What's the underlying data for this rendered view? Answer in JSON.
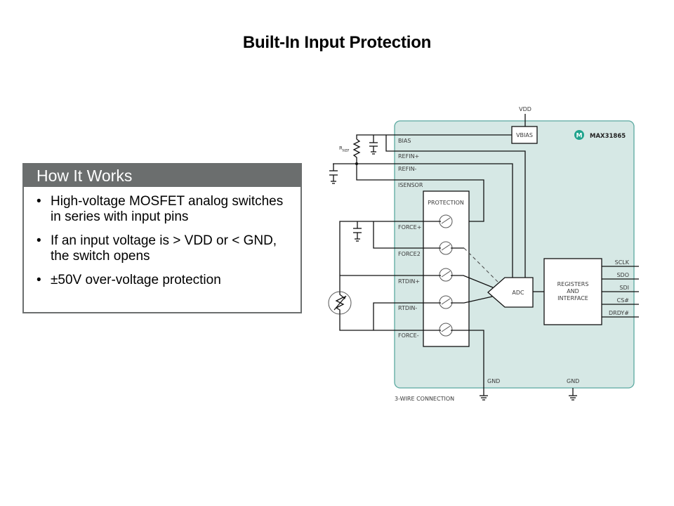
{
  "slide": {
    "title": "Built-In Input Protection"
  },
  "how_it_works": {
    "header": "How It Works",
    "bullets": [
      "High-voltage MOSFET analog switches in series with input pins",
      "If an input voltage is > VDD or < GND, the switch opens",
      "±50V over-voltage protection"
    ],
    "bullet_glyph": "•"
  },
  "diagram": {
    "chip_name": "MAX31865",
    "logo_glyph": "M",
    "supply_label": "VDD",
    "bias_block": "VBIAS",
    "reference_resistor": {
      "main": "R",
      "sub": "REF"
    },
    "pins": [
      "BIAS",
      "REFIN+",
      "REFIN-",
      "ISENSOR",
      "FORCE+",
      "FORCE2",
      "RTDIN+",
      "RTDIN-",
      "FORCE-"
    ],
    "protection_block": "PROTECTION",
    "adc_block": "ADC",
    "registers_block": [
      "REGISTERS",
      "AND",
      "INTERFACE"
    ],
    "interface_pins": [
      "SCLK",
      "SDO",
      "SDI",
      "CS#",
      "DRDY#"
    ],
    "ground_labels": [
      "GND",
      "GND"
    ],
    "caption": "3-WIRE CONNECTION",
    "colors": {
      "chip_fill": "#d6e8e5",
      "chip_border": "#5aa9a0",
      "logo": "#1fa38d",
      "header_gray": "#6b6e6e"
    }
  }
}
